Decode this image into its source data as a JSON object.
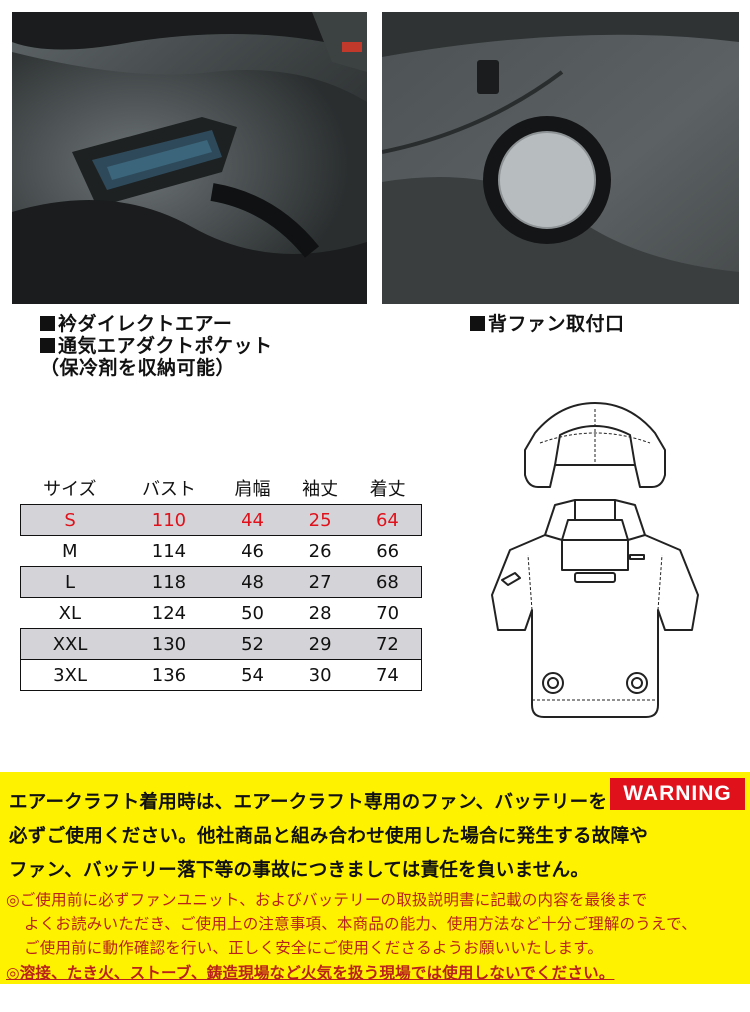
{
  "captions": {
    "left_line1": "衿ダイレクトエアー",
    "left_line2": "通気エアダクトポケット",
    "left_line3": "（保冷剤を収納可能）",
    "right_line1": "背ファン取付口"
  },
  "size_table": {
    "headers": [
      "サイズ",
      "バスト",
      "肩幅",
      "袖丈",
      "着丈"
    ],
    "rows": [
      [
        "S",
        "110",
        "44",
        "25",
        "64"
      ],
      [
        "M",
        "114",
        "46",
        "26",
        "66"
      ],
      [
        "L",
        "118",
        "48",
        "27",
        "68"
      ],
      [
        "XL",
        "124",
        "50",
        "28",
        "70"
      ],
      [
        "XXL",
        "130",
        "52",
        "29",
        "72"
      ],
      [
        "3XL",
        "136",
        "54",
        "30",
        "74"
      ]
    ]
  },
  "warning": {
    "badge": "WARNING",
    "line1": "エアークラフト着用時は、エアークラフト専用のファン、バッテリーを",
    "line2": "必ずご使用ください。他社商品と組み合わせ使用した場合に発生する故障や",
    "line3": "ファン、バッテリー落下等の事故につきましては責任を負いません。",
    "note1": "◎ご使用前に必ずファンユニット、およびバッテリーの取扱説明書に記載の内容を最後まで",
    "note2": "よくお読みいただき、ご使用上の注意事項、本商品の能力、使用方法など十分ご理解のうえで、",
    "note3": "ご使用前に動作確認を行い、正しく安全にご使用くださるようお願いいたします。",
    "note4": "◎溶接、たき火、ストーブ、鋳造現場など火気を扱う現場では使用しないでください。"
  },
  "colors": {
    "highlight_red": "#e0111b",
    "warning_yellow": "#fff200",
    "note_red": "#b9211b",
    "table_shade": "#d4d4d8"
  }
}
